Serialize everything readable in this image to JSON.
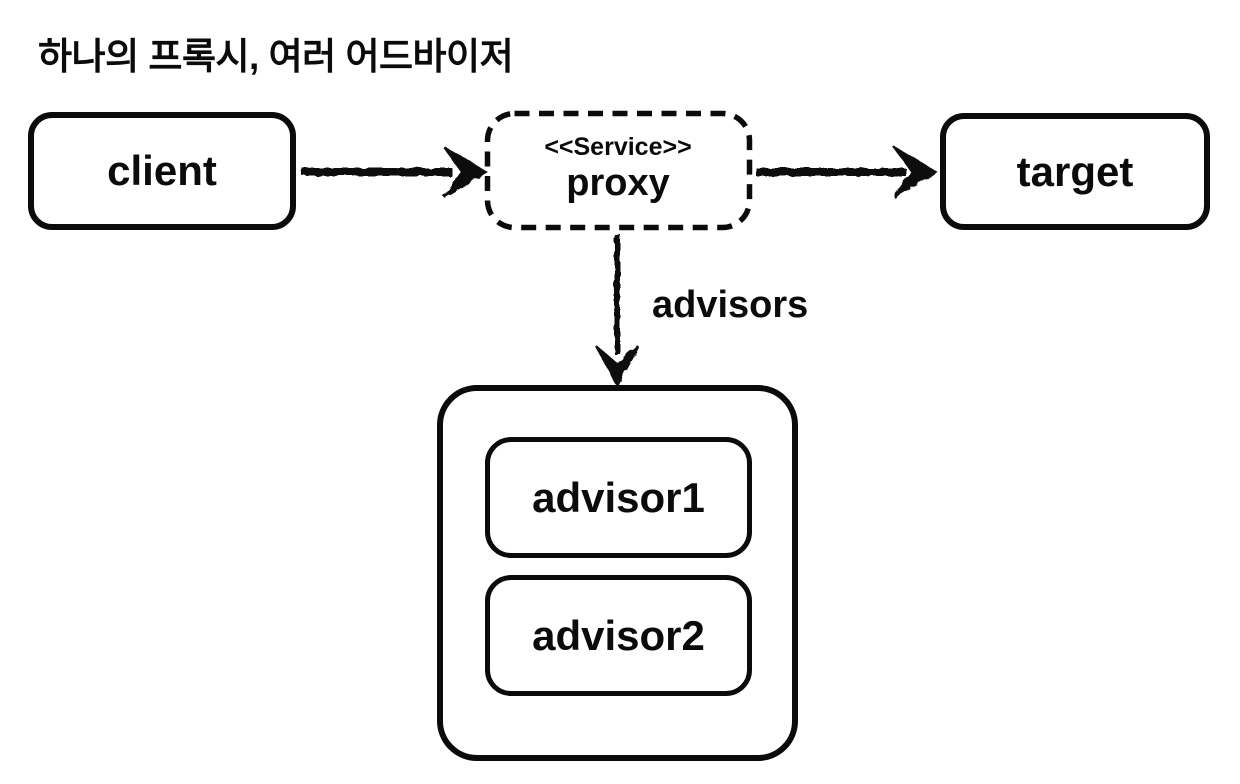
{
  "title": "하나의 프록시, 여러 어드바이저",
  "diagram": {
    "type": "flow-diagram",
    "nodes": {
      "client": {
        "label": "client",
        "shape": "rounded-rect",
        "border": "solid"
      },
      "proxy": {
        "stereotype": "<<Service>>",
        "label": "proxy",
        "shape": "rounded-rect",
        "border": "dashed"
      },
      "target": {
        "label": "target",
        "shape": "rounded-rect",
        "border": "solid"
      },
      "advisors_container": {
        "shape": "rounded-rect",
        "border": "solid",
        "items": [
          {
            "label": "advisor1"
          },
          {
            "label": "advisor2"
          }
        ]
      }
    },
    "edges": [
      {
        "from": "client",
        "to": "proxy",
        "direction": "right",
        "label": ""
      },
      {
        "from": "proxy",
        "to": "target",
        "direction": "right",
        "label": ""
      },
      {
        "from": "proxy",
        "to": "advisors_container",
        "direction": "down",
        "label": "advisors"
      }
    ]
  },
  "colors": {
    "background": "#ffffff",
    "line": "#0b0b0b",
    "text": "#0b0b0b"
  }
}
